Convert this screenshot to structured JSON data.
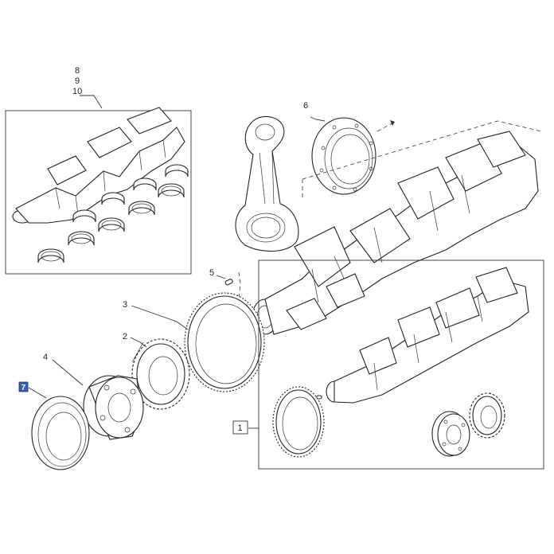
{
  "callouts": {
    "c8": "8",
    "c9": "9",
    "c10": "10",
    "c6": "6",
    "c5": "5",
    "c3": "3",
    "c2": "2",
    "c4": "4",
    "c7": "7",
    "c1": "1"
  },
  "highlighted_callout": "7",
  "colors": {
    "highlight": "#3b5ea8",
    "ink": "#222222",
    "paper": "#ffffff"
  }
}
